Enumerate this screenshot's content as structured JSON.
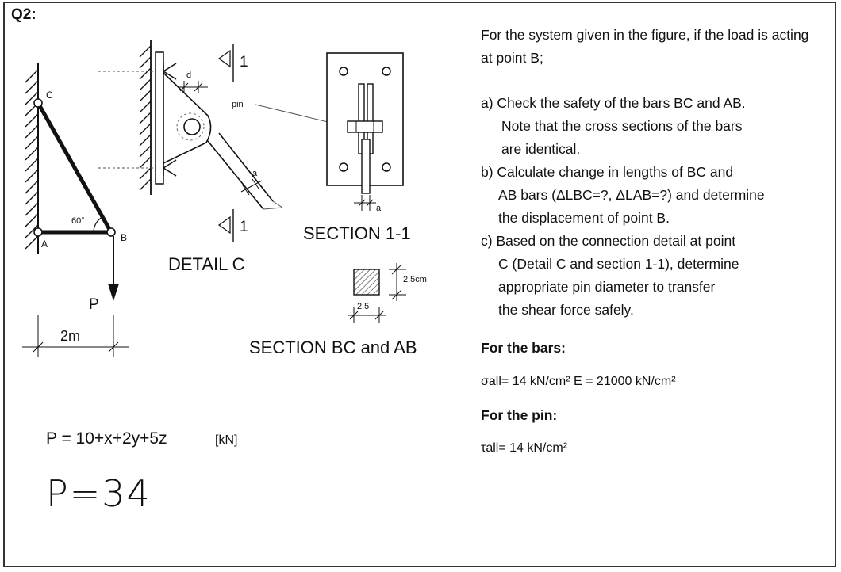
{
  "question_label": "Q2:",
  "figure": {
    "point_c": "C",
    "point_a": "A",
    "point_b": "B",
    "angle": "60°",
    "load": "P",
    "span": "2m",
    "detail_title": "DETAIL C",
    "dim_d": "d",
    "pin_label": "pin",
    "dim_a": "a",
    "cut_mark": "1",
    "section_title": "SECTION 1-1",
    "section_dim_a": "a",
    "cs_height": "2.5cm",
    "cs_width": "2.5",
    "cs_title": "SECTION BC and AB"
  },
  "problem": {
    "intro": "For the system given in the figure, if the load is acting at point B;",
    "part_a_1": "a) Check the safety of the bars BC and AB.",
    "part_a_2": "Note that the cross sections of the bars",
    "part_a_3": "are identical.",
    "part_b_1": "b) Calculate change in lengths of BC and",
    "part_b_2": "AB bars (ΔLBC=?, ΔLAB=?) and determine",
    "part_b_3": "the displacement of point B.",
    "part_c_1": "c) Based on the connection detail at point",
    "part_c_2": "C (Detail C and section 1-1), determine",
    "part_c_3": "appropriate pin diameter to transfer",
    "part_c_4": "the shear force safely.",
    "bars_heading": "For the bars:",
    "bars_props": "σall= 14 kN/cm²   E = 21000 kN/cm²",
    "pin_heading": "For the pin:",
    "pin_props": "τall= 14 kN/cm²"
  },
  "formula": "P = 10+x+2y+5z",
  "formula_unit": "[kN]",
  "handwritten": "P=34"
}
